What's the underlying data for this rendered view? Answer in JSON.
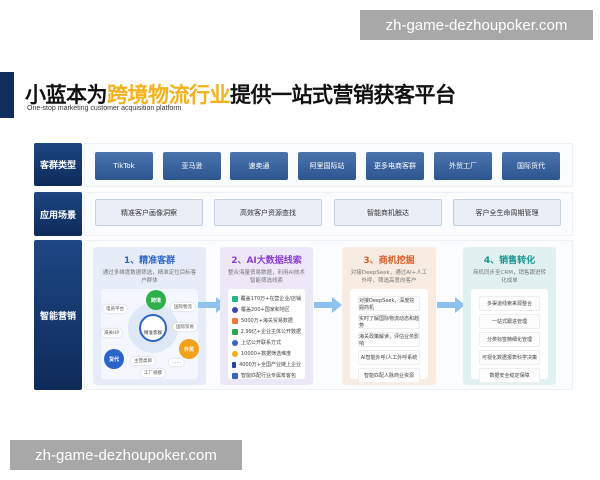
{
  "watermark": "zh-game-dezhoupoker.com",
  "title": {
    "pre": "小蓝本为",
    "highlight": "跨境物流行业",
    "post": "提供一站式营销获客平台",
    "subtitle": "One-stop marketing customer acquisition platform"
  },
  "rows": {
    "customer_types": {
      "label": "客群类型",
      "items": [
        "TikTok",
        "亚马逊",
        "速卖通",
        "阿里国际站",
        "更多电商客群",
        "外贸工厂",
        "国际货代"
      ]
    },
    "scenarios": {
      "label": "应用场景",
      "items": [
        "精准客户画像洞察",
        "高效客户资源查找",
        "智能商机触达",
        "客户全生命周期管理"
      ]
    },
    "marketing": {
      "label": "智能营销"
    }
  },
  "steps": [
    {
      "title": "1、精准客群",
      "desc": "通过多维度数据筛选，精准定位目标客户群体",
      "center": "精准客群",
      "bubbles": [
        "跨境",
        "外贸",
        "货代"
      ],
      "nodes": [
        "电商平台",
        "国际物流",
        "海关HP",
        "国际贸易",
        "主营类目",
        "工厂规模",
        "……"
      ]
    },
    {
      "title": "2、AI大数据线索",
      "desc": "整合海量贸易数据，利用AI技术智能筛选线索",
      "items": [
        "覆盖170万+在营企业/店铺",
        "覆盖200+国家和地区",
        "5000万+海关贸易数据",
        "2.99亿+企业主体公开数据",
        "上亿公开联系方式",
        "10000+数据筛选维度",
        "4000万+全国产业链上企业",
        "智能匹配行业专属筹客包"
      ]
    },
    {
      "title": "3、商机挖掘",
      "desc": "对接DeepSeek，通过AI+人工外呼，筛选高意向客户",
      "items": [
        "对接DeepSeek，深度挖掘商机",
        "实时了解国际物流动态和趋势",
        "海关政策解读，评估业务影响",
        "AI智能外呼/人工外呼系统",
        "智能匹配人脉商业资源"
      ]
    },
    {
      "title": "4、销售转化",
      "desc": "商机同步至CRM，销售跟进转化成单",
      "items": [
        "多渠道线索来源整合",
        "一站式跟进管理",
        "分类标签精细化管理",
        "可视化数据报表科学决策",
        "数据安全稳定保障"
      ]
    }
  ],
  "colors": {
    "navy": "#0f2d5e",
    "highlight": "#f2b21c",
    "step1": "#2d64c8",
    "step2": "#8a3fd1",
    "step3": "#d9602a",
    "step4": "#17958f"
  }
}
